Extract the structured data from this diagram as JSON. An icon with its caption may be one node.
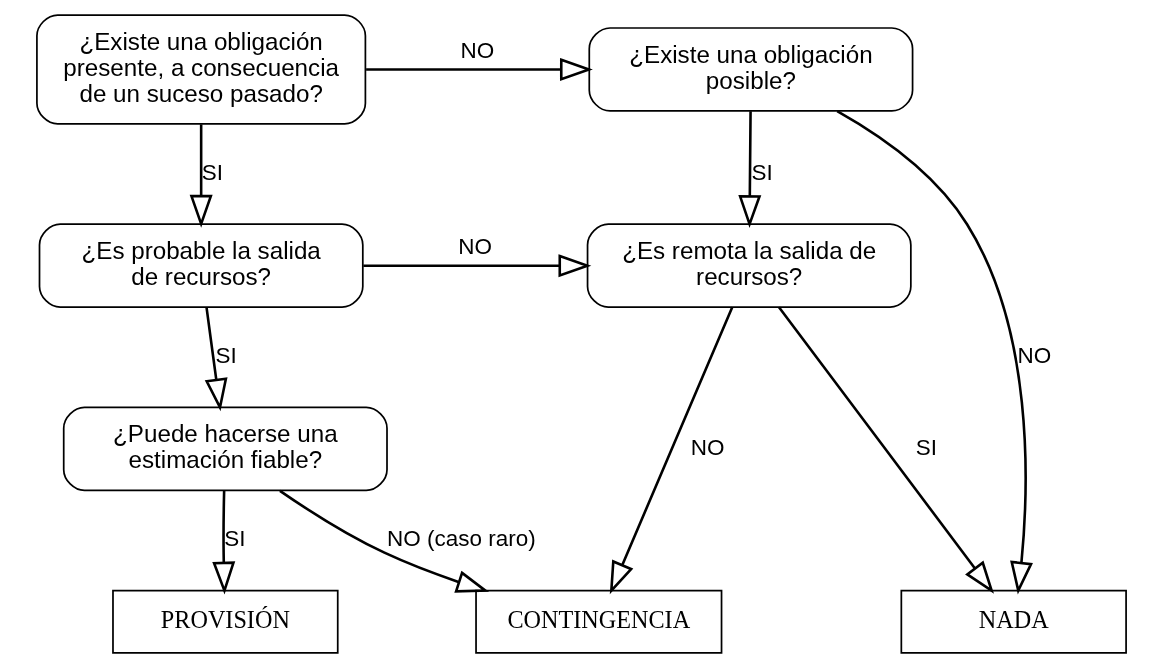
{
  "diagram": {
    "nodes": [
      {
        "text": [
          "¿Existe una obligación presente, a consecuencia de un suceso pasado?"
        ]
      },
      {
        "text": [
          "¿Existe una obligación posible?"
        ]
      },
      {
        "text": [
          "¿Es probable la salida de recursos?"
        ]
      },
      {
        "text": [
          "¿Es remota la salida de recursos?"
        ]
      },
      {
        "text": [
          "¿Puede hacerse una estimación fiable?"
        ]
      },
      {
        "text": [
          "PROVISIÓN"
        ]
      },
      {
        "text": [
          "CONTINGENCIA"
        ]
      },
      {
        "text": [
          "NADA"
        ]
      }
    ],
    "edges": [
      {
        "from": 0,
        "to": 1,
        "arrow": "to",
        "label": "NO"
      },
      {
        "from": 0,
        "to": 2,
        "arrow": "to",
        "label": "SI"
      },
      {
        "from": 1,
        "to": 7,
        "arrow": "to",
        "label": "NO"
      },
      {
        "from": 1,
        "to": 3,
        "arrow": "to",
        "label": "SI"
      },
      {
        "from": 2,
        "to": 3,
        "arrow": "to",
        "label": "NO"
      },
      {
        "from": 2,
        "to": 4,
        "arrow": "to",
        "label": "SI"
      },
      {
        "from": 3,
        "to": 7,
        "arrow": "to",
        "label": "SI"
      },
      {
        "from": 3,
        "to": 6,
        "arrow": "to",
        "label": "NO"
      },
      {
        "from": 4,
        "to": 6,
        "arrow": "to",
        "label": "NO (caso raro)"
      },
      {
        "from": 4,
        "to": 5,
        "arrow": "to",
        "label": "SI"
      }
    ]
  }
}
